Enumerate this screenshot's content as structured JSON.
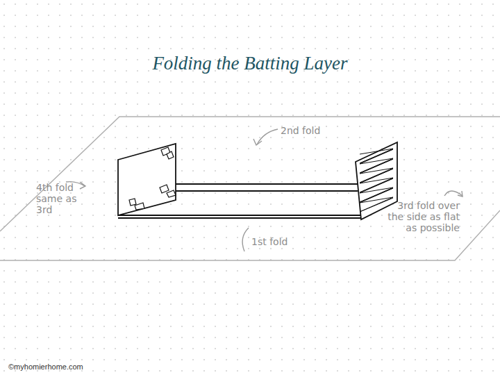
{
  "diagram": {
    "title": "Folding the Batting Layer",
    "labels": [
      "2nd fold",
      "4th fold same as 3rd",
      "1st fold",
      "3rd fold over the side as flat as possible",
      "©myhomierhome.com"
    ]
  }
}
